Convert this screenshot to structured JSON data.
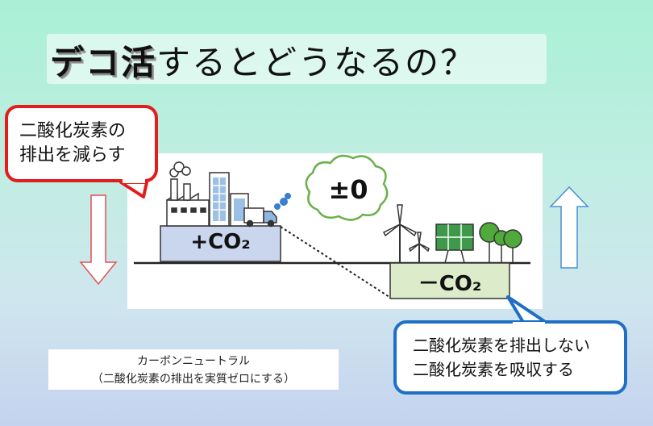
{
  "title": {
    "bold": "デコ活",
    "rest": "するとどうなるの？"
  },
  "callout_left": {
    "line1": "二酸化炭素の",
    "line2": "排出を減らす"
  },
  "callout_right": {
    "line1": "二酸化炭素を排出しない",
    "line2": "二酸化炭素を吸収する"
  },
  "diagram": {
    "plus_label": "+CO₂",
    "minus_label": "－CO₂",
    "balance_label": "±0"
  },
  "note": {
    "line1": "カーボンニュートラル",
    "line2": "（二酸化炭素の排出を実質ゼロにする）"
  },
  "colors": {
    "red_accent": "#e31c1c",
    "blue_accent": "#1f6fc4",
    "plus_box": "#c9d6ee",
    "minus_box": "#dcebc9"
  }
}
